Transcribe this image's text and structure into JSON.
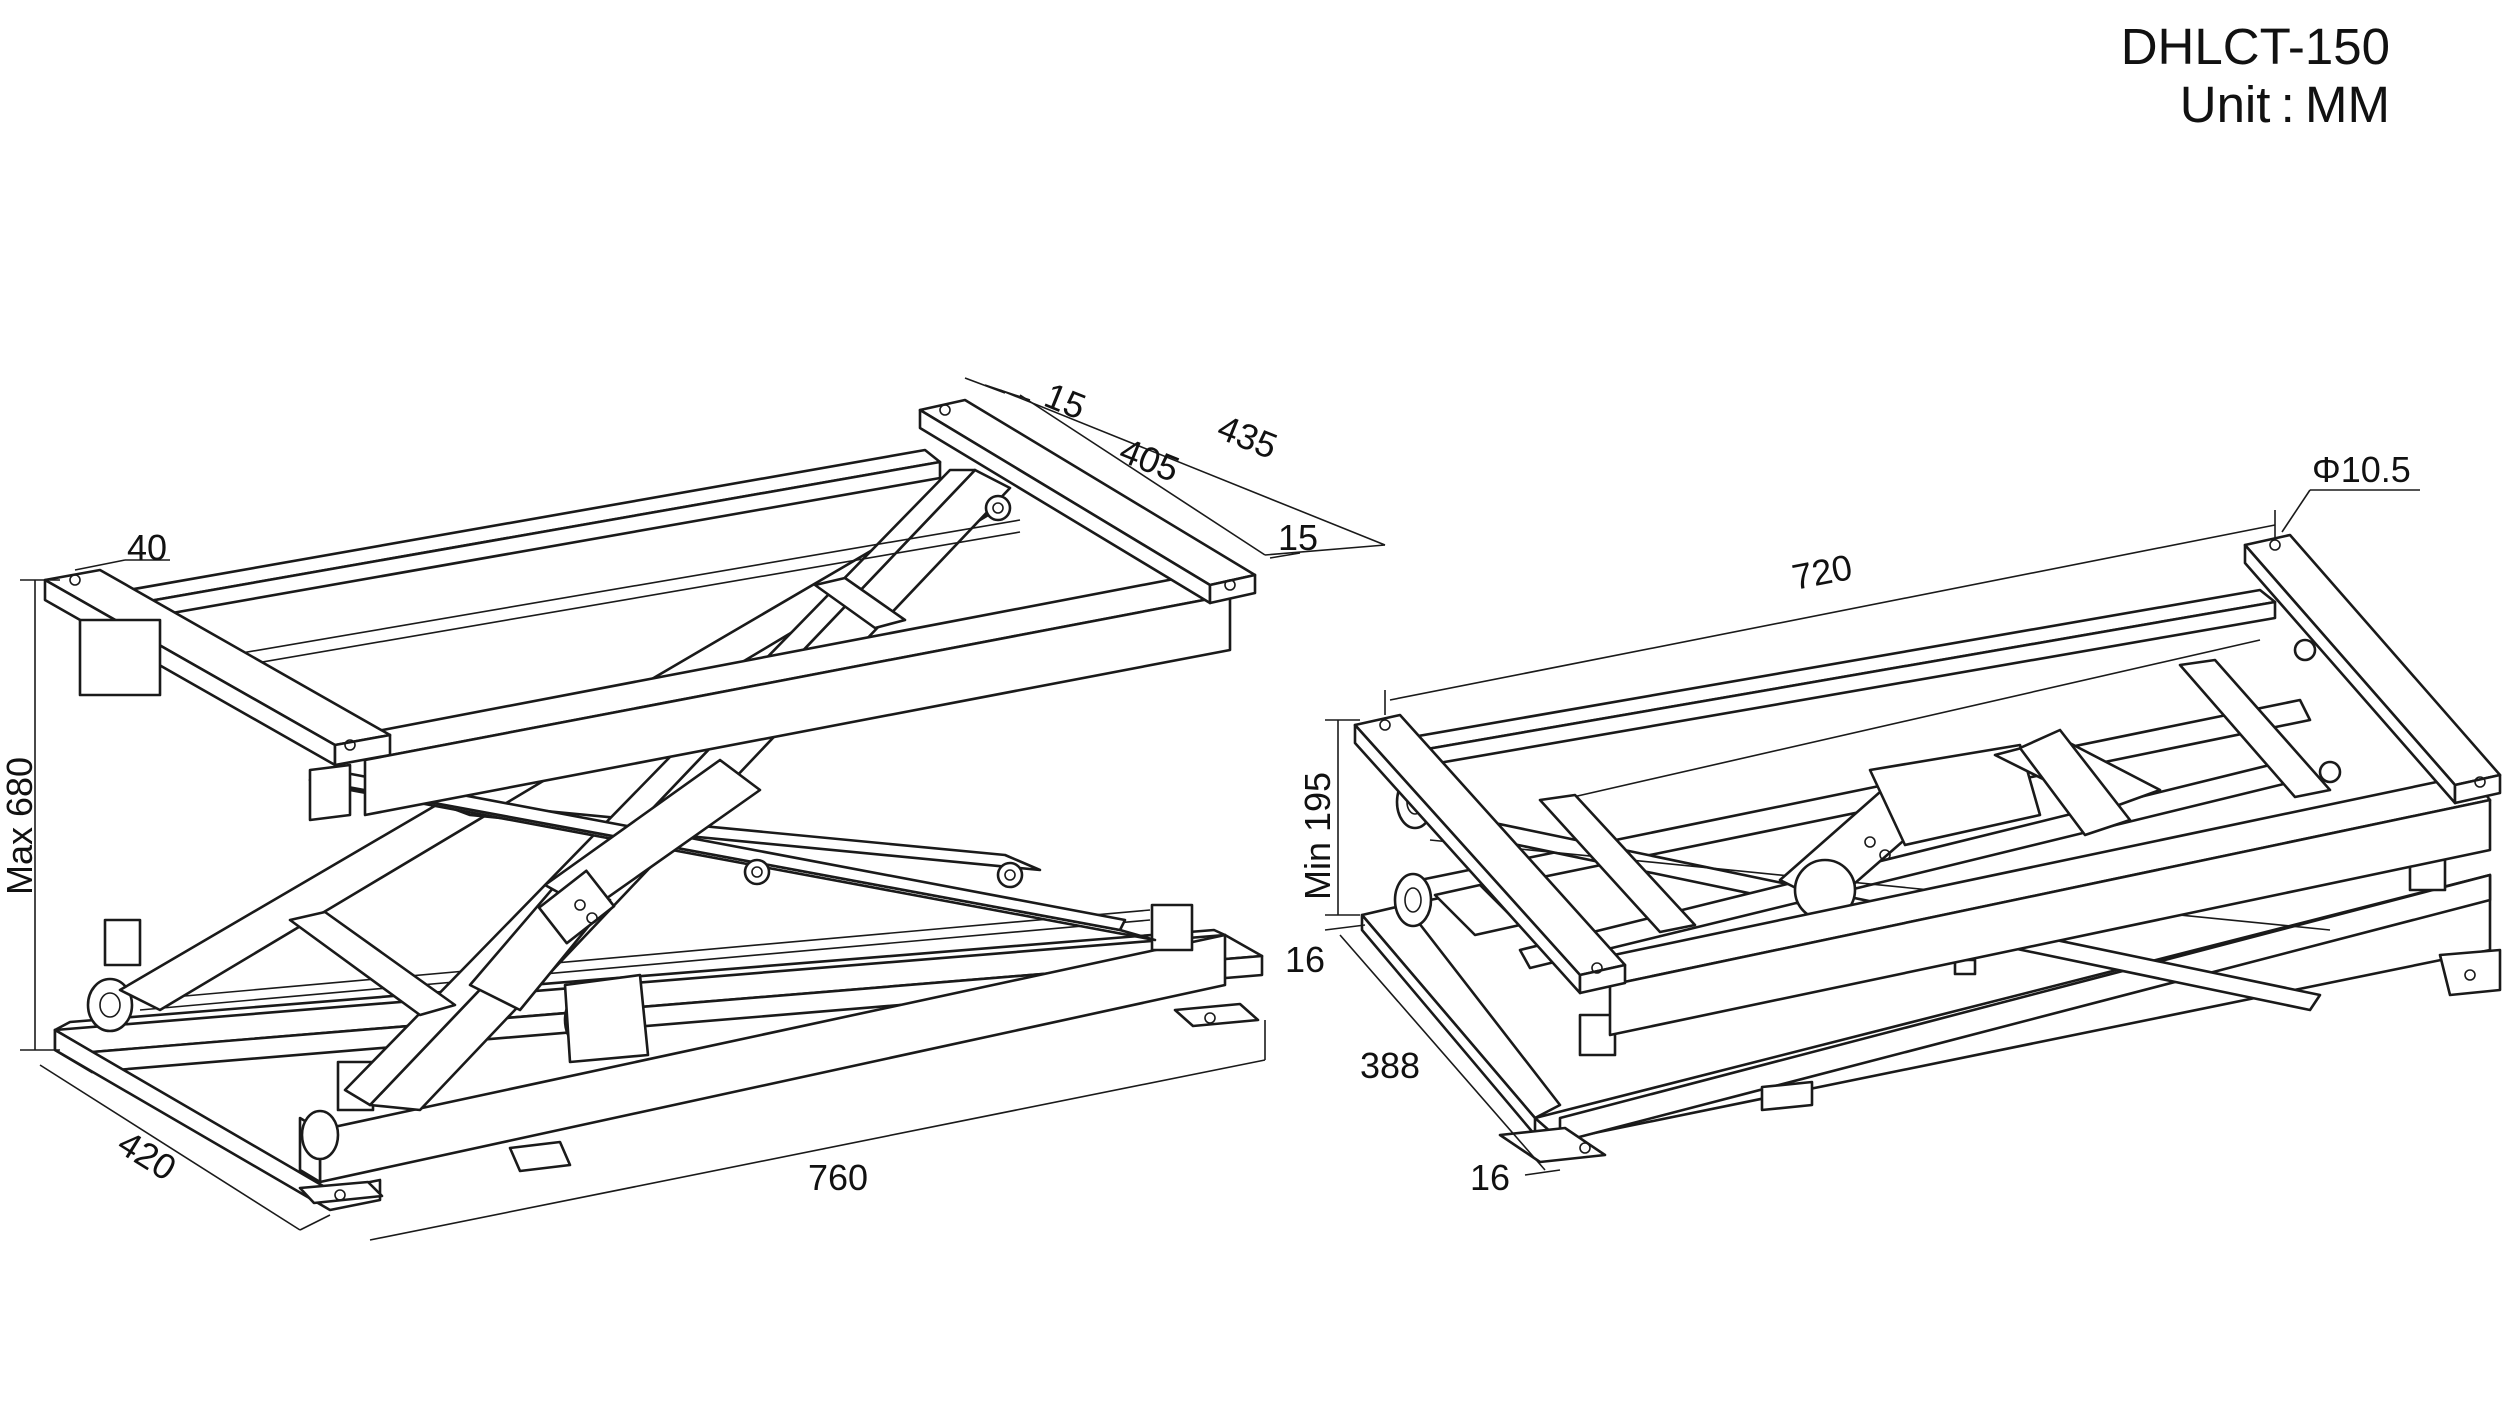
{
  "header": {
    "model": "DHLCT-150",
    "unit": "Unit : MM"
  },
  "left_view": {
    "dimensions": {
      "top_overall": "435",
      "top_inner": "405",
      "top_margin_a": "15",
      "top_margin_b": "15",
      "end_width": "40",
      "max_height": "Max 680",
      "base_width": "420",
      "base_length": "760"
    }
  },
  "right_view": {
    "dimensions": {
      "hole": "Φ10.5",
      "top_length": "720",
      "min_height": "Min 195",
      "margin_a": "16",
      "base_width": "388",
      "margin_b": "16"
    }
  }
}
